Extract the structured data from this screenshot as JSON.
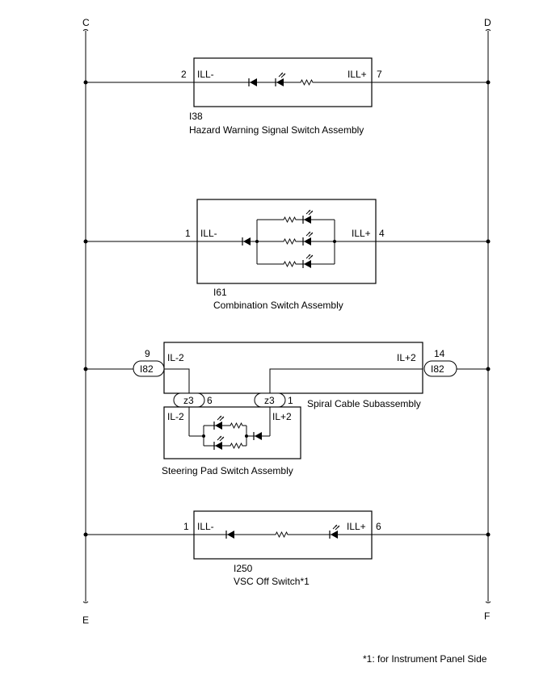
{
  "buses": {
    "top_left": "C",
    "top_right": "D",
    "bottom_left": "E",
    "bottom_right": "F"
  },
  "hazard_switch": {
    "pin_left": "2",
    "pin_right": "7",
    "terminal_left": "ILL-",
    "terminal_right": "ILL+",
    "connector_code": "I38",
    "name": "Hazard Warning Signal Switch Assembly"
  },
  "combination_switch": {
    "pin_left": "1",
    "pin_right": "4",
    "terminal_left": "ILL-",
    "terminal_right": "ILL+",
    "connector_code": "I61",
    "name": "Combination Switch Assembly"
  },
  "spiral_cable": {
    "pin_left": "9",
    "pin_right": "14",
    "connector_left": "I82",
    "connector_right": "I82",
    "terminal_left": "IL-2",
    "terminal_right": "IL+2",
    "z_left_code": "z3",
    "z_left_pin": "6",
    "z_right_code": "z3",
    "z_right_pin": "1",
    "name": "Spiral Cable Subassembly"
  },
  "steering_pad": {
    "terminal_left": "IL-2",
    "terminal_right": "IL+2",
    "name": "Steering Pad Switch Assembly"
  },
  "vsc_switch": {
    "pin_left": "1",
    "pin_right": "6",
    "terminal_left": "ILL-",
    "terminal_right": "ILL+",
    "connector_code": "I250",
    "name": "VSC Off Switch*1"
  },
  "footnote": "*1: for Instrument Panel Side"
}
